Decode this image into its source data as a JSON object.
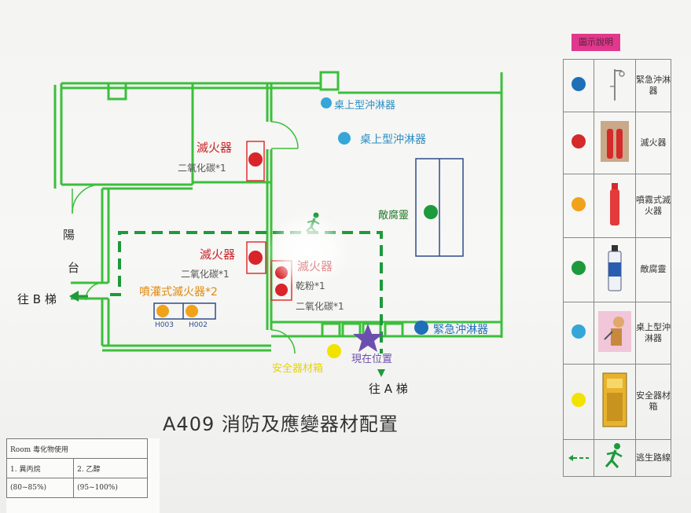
{
  "plan": {
    "title": "A409 消防及應變器材配置",
    "balcony": [
      "陽",
      "台"
    ],
    "to_b_stair": "往 B 梯",
    "to_a_stair": "往 A 梯",
    "extinguisher_label": "滅火器",
    "co2_label": "二氧化碳*1",
    "powder_label": "乾粉*1",
    "spray_extinguisher_label": "噴灌式滅火器*2",
    "desk_shower_1": "桌上型沖淋器",
    "desk_shower_2": "桌上型沖淋器",
    "neutralizer_label": "敵腐靈",
    "emergency_shower_label": "緊急沖淋器",
    "safety_kit_label": "安全器材箱",
    "current_position_label": "現在位置",
    "h003": "H003",
    "h002": "H002"
  },
  "legend": {
    "title": "圖示說明",
    "rows": [
      {
        "color": "#1e6fb8",
        "icon": "emergency-shower-icon",
        "text": "緊急沖淋器"
      },
      {
        "color": "#d42a2a",
        "icon": "fire-extinguisher-icon",
        "text": "滅火器"
      },
      {
        "color": "#f0a21a",
        "icon": "spray-extinguisher-icon",
        "text": "噴霧式滅火器"
      },
      {
        "color": "#1c9a3c",
        "icon": "neutralizer-bottle-icon",
        "text": "敵腐靈"
      },
      {
        "color": "#35a6d8",
        "icon": "desk-shower-icon",
        "text": "桌上型沖淋器"
      },
      {
        "color": "#f2e200",
        "icon": "safety-kit-icon",
        "text": "安全器材箱"
      },
      {
        "color": "#1c9a3c",
        "icon": "running-man-icon",
        "text": "逃生路線"
      }
    ]
  },
  "note": {
    "header": "Room 毒化物使用",
    "item1_name": "1. 異丙烷",
    "item1_range": "(80~85%)",
    "item2_name": "2. 乙醇",
    "item2_range": "(95~100%)"
  }
}
